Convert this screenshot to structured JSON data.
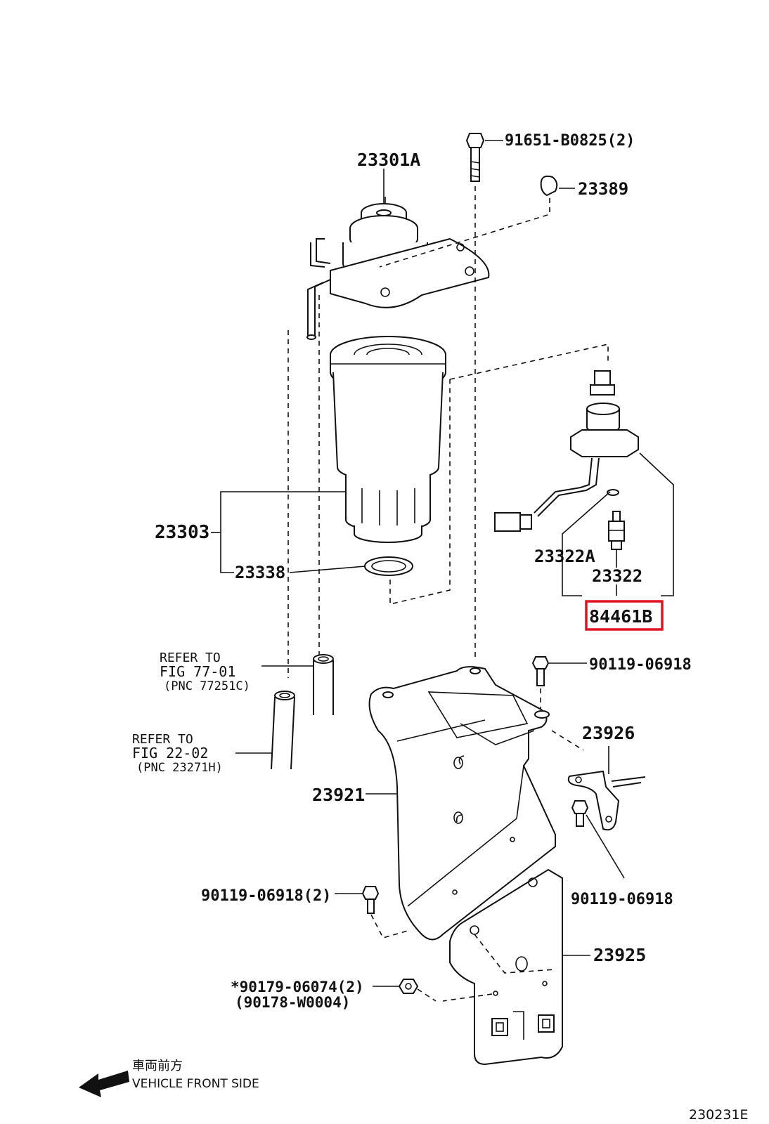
{
  "labels": {
    "p23301a": "23301A",
    "p91651": "91651-B0825(2)",
    "p23389": "23389",
    "p23303": "23303",
    "p23338": "23338",
    "p23322a": "23322A",
    "p23322": "23322",
    "p84461b": "84461B",
    "p90119a": "90119-06918",
    "p23926": "23926",
    "p23921": "23921",
    "p90119b": "90119-06918",
    "p90119c": "90119-06918(2)",
    "p23925": "23925",
    "p90179": "*90179-06074(2)",
    "p90178": "(90178-W0004)"
  },
  "refs": {
    "ref1_l1": "REFER TO",
    "ref1_l2": "FIG 77-01",
    "ref1_l3": "(PNC 77251C)",
    "ref2_l1": "REFER TO",
    "ref2_l2": "FIG 22-02",
    "ref2_l3": "(PNC 23271H)"
  },
  "front": {
    "jp": "車両前方",
    "en": "VEHICLE FRONT SIDE"
  },
  "figure_id": "230231E",
  "highlight_color": "#e0141e"
}
